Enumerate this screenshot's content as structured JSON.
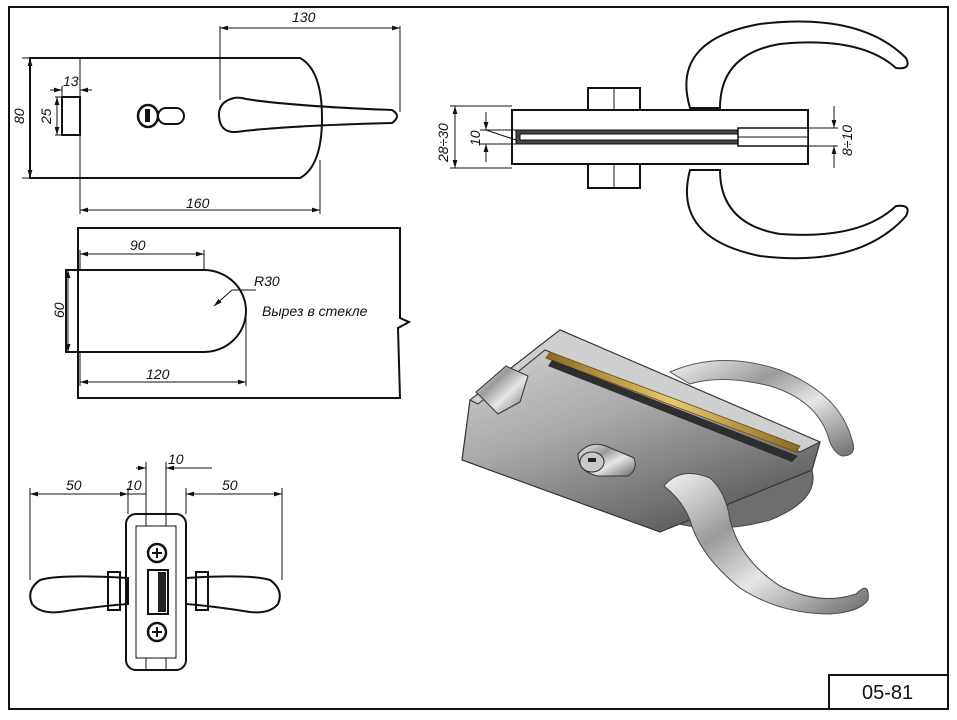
{
  "drawing_code": "05-81",
  "glass_cutout_label": "Вырез в стекле",
  "dimensions": {
    "top_view": {
      "overall_length": "130",
      "height": "80",
      "cutout_height": "25",
      "cutout_width": "13",
      "base_length": "160"
    },
    "cutout_view": {
      "straight_length": "90",
      "radius": "R30",
      "height": "60",
      "total_length": "120"
    },
    "section_view": {
      "glass_range": "28÷30",
      "gap": "10",
      "slot_range": "8÷10"
    },
    "front_view": {
      "left_handle": "50",
      "left_plate": "10",
      "gap": "10",
      "right_handle": "50"
    }
  }
}
